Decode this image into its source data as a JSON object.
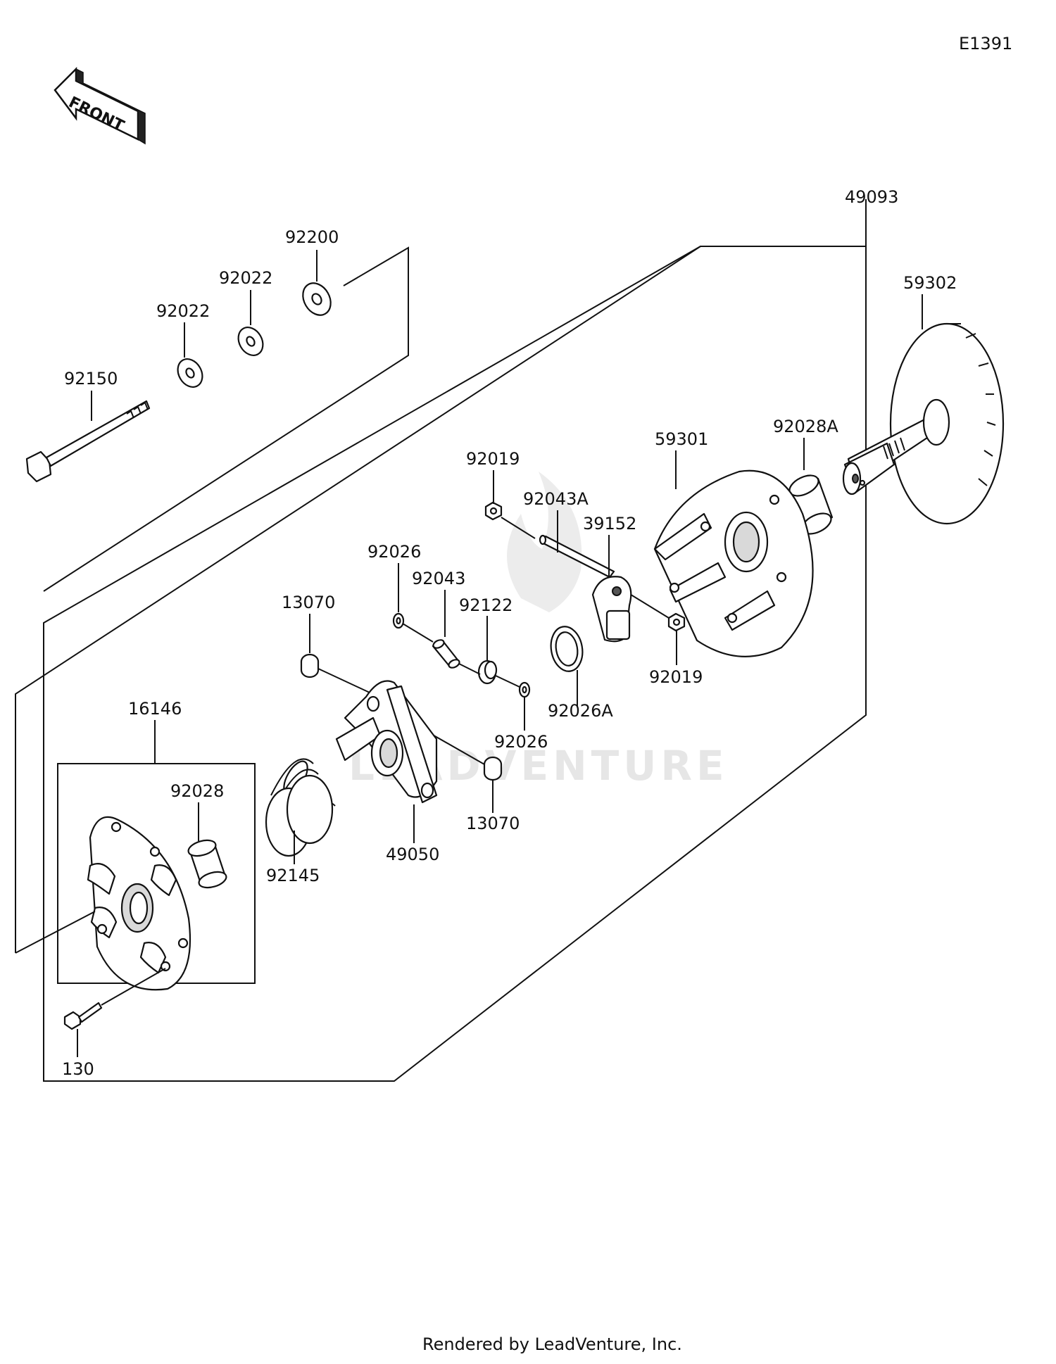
{
  "diagram_code": "E1391",
  "front_label": "FRONT",
  "watermark": "LEADVENTURE",
  "footer": "Rendered by LeadVenture, Inc.",
  "parts": {
    "p49093": "49093",
    "p92200": "92200",
    "p92022a": "92022",
    "p92022b": "92022",
    "p92150": "92150",
    "p59302": "59302",
    "p92028A": "92028A",
    "p59301": "59301",
    "p92019a": "92019",
    "p92043A": "92043A",
    "p39152": "39152",
    "p92026a": "92026",
    "p92043": "92043",
    "p92122": "92122",
    "p13070a": "13070",
    "p92026A": "92026A",
    "p92019b": "92019",
    "p92026b": "92026",
    "p16146": "16146",
    "p92028": "92028",
    "p13070b": "13070",
    "p49050": "49050",
    "p92145": "92145",
    "p130": "130"
  }
}
